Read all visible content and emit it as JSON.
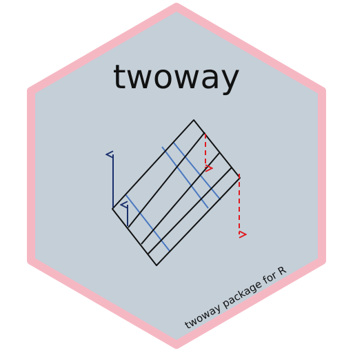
{
  "sticker": {
    "title": "twoway",
    "footer_text": "twoway package for R",
    "colors": {
      "hex_fill": "#c4cfd8",
      "hex_border": "#f5b8c3",
      "grid_lines": "#111111",
      "blue_lines": "#4a78c0",
      "navy_arrows": "#1a2f6b",
      "red_arrows": "#e0191e"
    },
    "icons": [
      "twoway-grid-diagram",
      "up-arrow-icon",
      "down-dashed-arrow-icon"
    ]
  }
}
